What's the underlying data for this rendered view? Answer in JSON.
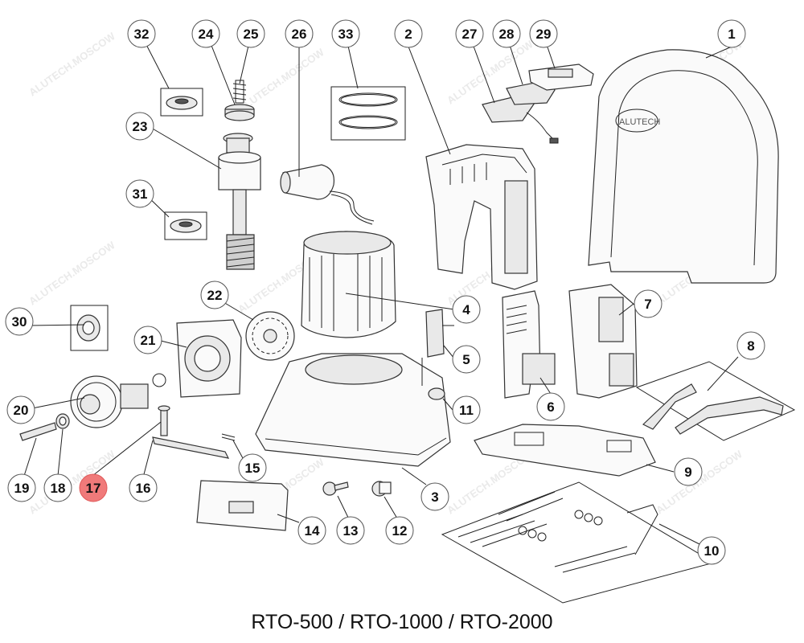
{
  "title": "RTO-500 / RTO-1000 / RTO-2000",
  "brand_logo": "ALUTECH",
  "watermark": "ALUTECH.MOSCOW",
  "highlight_color": "#f07a7a",
  "highlighted_part": "17",
  "part_labels": {
    "p1": "1",
    "p2": "2",
    "p3": "3",
    "p4": "4",
    "p5": "5",
    "p6": "6",
    "p7": "7",
    "p8": "8",
    "p9": "9",
    "p10": "10",
    "p11": "11",
    "p12": "12",
    "p13": "13",
    "p14": "14",
    "p15": "15",
    "p16": "16",
    "p17": "17",
    "p18": "18",
    "p19": "19",
    "p20": "20",
    "p21": "21",
    "p22": "22",
    "p23": "23",
    "p24": "24",
    "p25": "25",
    "p26": "26",
    "p27": "27",
    "p28": "28",
    "p29": "29",
    "p30": "30",
    "p31": "31",
    "p32": "32",
    "p33": "33"
  }
}
